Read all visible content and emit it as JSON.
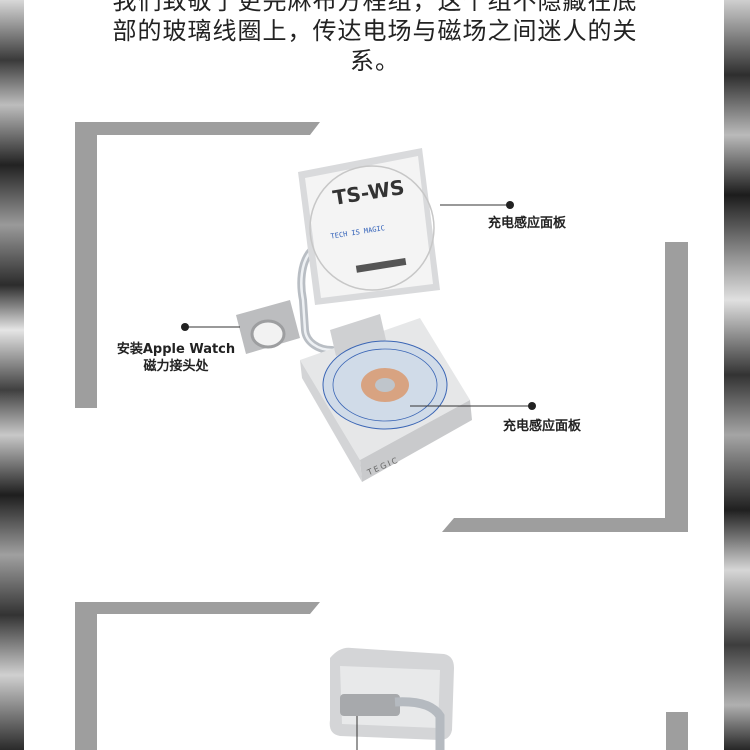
{
  "intro": {
    "line1": "我们致敬了更完麻布方程组，这个组不隐藏在底",
    "line2": "部的玻璃线圈上，传达电场与磁场之间迷人的关",
    "line3": "系。"
  },
  "product": {
    "brand": "TEGIC",
    "screen_title": "TS-WS",
    "screen_tagline": "TECH IS MAGIC"
  },
  "callouts": {
    "top_panel": "充电感应面板",
    "watch_line1": "安装Apple Watch",
    "watch_line2": "磁力接头处",
    "base_panel": "充电感应面板"
  },
  "colors": {
    "frame": "#9a9a9a",
    "accent_blue": "#2f5fb8"
  }
}
